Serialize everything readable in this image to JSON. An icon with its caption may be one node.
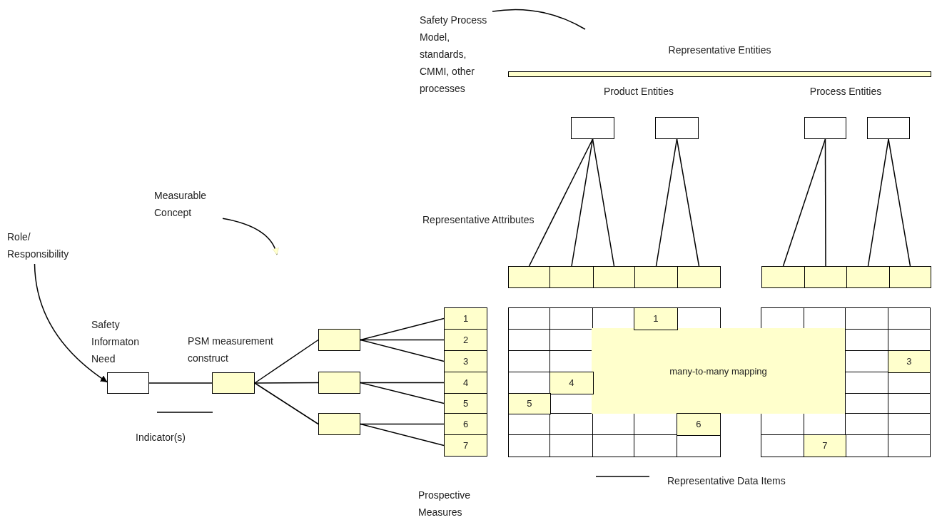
{
  "diagram": {
    "nodes": [
      {
        "text": [
          "Safety Process Model, standards, CMMI, other processes"
        ]
      },
      {
        "text": [
          "Representative Entities"
        ]
      },
      {
        "text": [],
        "shape": "box"
      },
      {
        "text": [],
        "shape": "box"
      },
      {
        "text": [],
        "shape": "box"
      },
      {
        "text": [],
        "shape": "box"
      },
      {
        "text": [
          "Measurable Concept"
        ]
      },
      {
        "text": [
          "Role/ Responsibility"
        ]
      },
      {
        "text": [],
        "shape": "box"
      },
      {
        "text": [],
        "shape": "box"
      },
      {
        "text": [],
        "shape": "box"
      },
      {
        "text": [],
        "shape": "box"
      },
      {
        "text": [],
        "shape": "box"
      },
      {
        "text": [],
        "shape": "box"
      },
      {
        "text": [],
        "shape": "box"
      },
      {
        "text": [],
        "shape": "box"
      },
      {
        "text": [],
        "shape": "box"
      },
      {
        "text": [
          "Safety Informaton Need"
        ]
      },
      {
        "text": [
          "PSM measurement construct"
        ]
      },
      {
        "text": [],
        "shape": "box"
      },
      {
        "text": [],
        "shape": "box"
      },
      {
        "text": [],
        "shape": "box"
      },
      {
        "text": [
          "1"
        ]
      },
      {
        "text": [
          "2"
        ]
      },
      {
        "text": [
          "3"
        ]
      },
      {
        "text": [
          "4"
        ]
      },
      {
        "text": [
          "5"
        ]
      },
      {
        "text": [
          "6"
        ]
      },
      {
        "text": [
          "7"
        ]
      },
      {
        "text": [
          "many-to-many mapping"
        ]
      }
    ],
    "edges": [
      {
        "from": 0,
        "to": null,
        "arrow": "none"
      },
      {
        "from": 2,
        "to": 8,
        "arrow": "none"
      },
      {
        "from": 2,
        "to": 9,
        "arrow": "none"
      },
      {
        "from": 2,
        "to": 10,
        "arrow": "none"
      },
      {
        "from": 3,
        "to": 11,
        "arrow": "none"
      },
      {
        "from": 3,
        "to": 12,
        "arrow": "none"
      },
      {
        "from": 4,
        "to": 13,
        "arrow": "none"
      },
      {
        "from": 4,
        "to": 14,
        "arrow": "none"
      },
      {
        "from": 5,
        "to": 15,
        "arrow": "none"
      },
      {
        "from": 5,
        "to": 16,
        "arrow": "none"
      },
      {
        "from": 6,
        "to": null,
        "arrow": "to"
      },
      {
        "from": 7,
        "to": 17,
        "arrow": "to"
      },
      {
        "from": 17,
        "to": 18,
        "arrow": "none"
      },
      {
        "from": 18,
        "to": 19,
        "arrow": "none"
      },
      {
        "from": 18,
        "to": 20,
        "arrow": "none"
      },
      {
        "from": 18,
        "to": 21,
        "arrow": "none"
      },
      {
        "from": 19,
        "to": 22,
        "arrow": "none"
      },
      {
        "from": 19,
        "to": 23,
        "arrow": "none"
      },
      {
        "from": 19,
        "to": 24,
        "arrow": "none"
      },
      {
        "from": 20,
        "to": 25,
        "arrow": "none"
      },
      {
        "from": 20,
        "to": 26,
        "arrow": "none"
      },
      {
        "from": 21,
        "to": 27,
        "arrow": "none"
      },
      {
        "from": 21,
        "to": 28,
        "arrow": "none"
      }
    ],
    "labels": [
      "Product Entities",
      "Process Entities",
      "Representative Attributes",
      "1",
      "3",
      "4",
      "5",
      "6",
      "7",
      "Indicator(s)",
      "Representative Data Items",
      "Prospective Measures"
    ]
  }
}
